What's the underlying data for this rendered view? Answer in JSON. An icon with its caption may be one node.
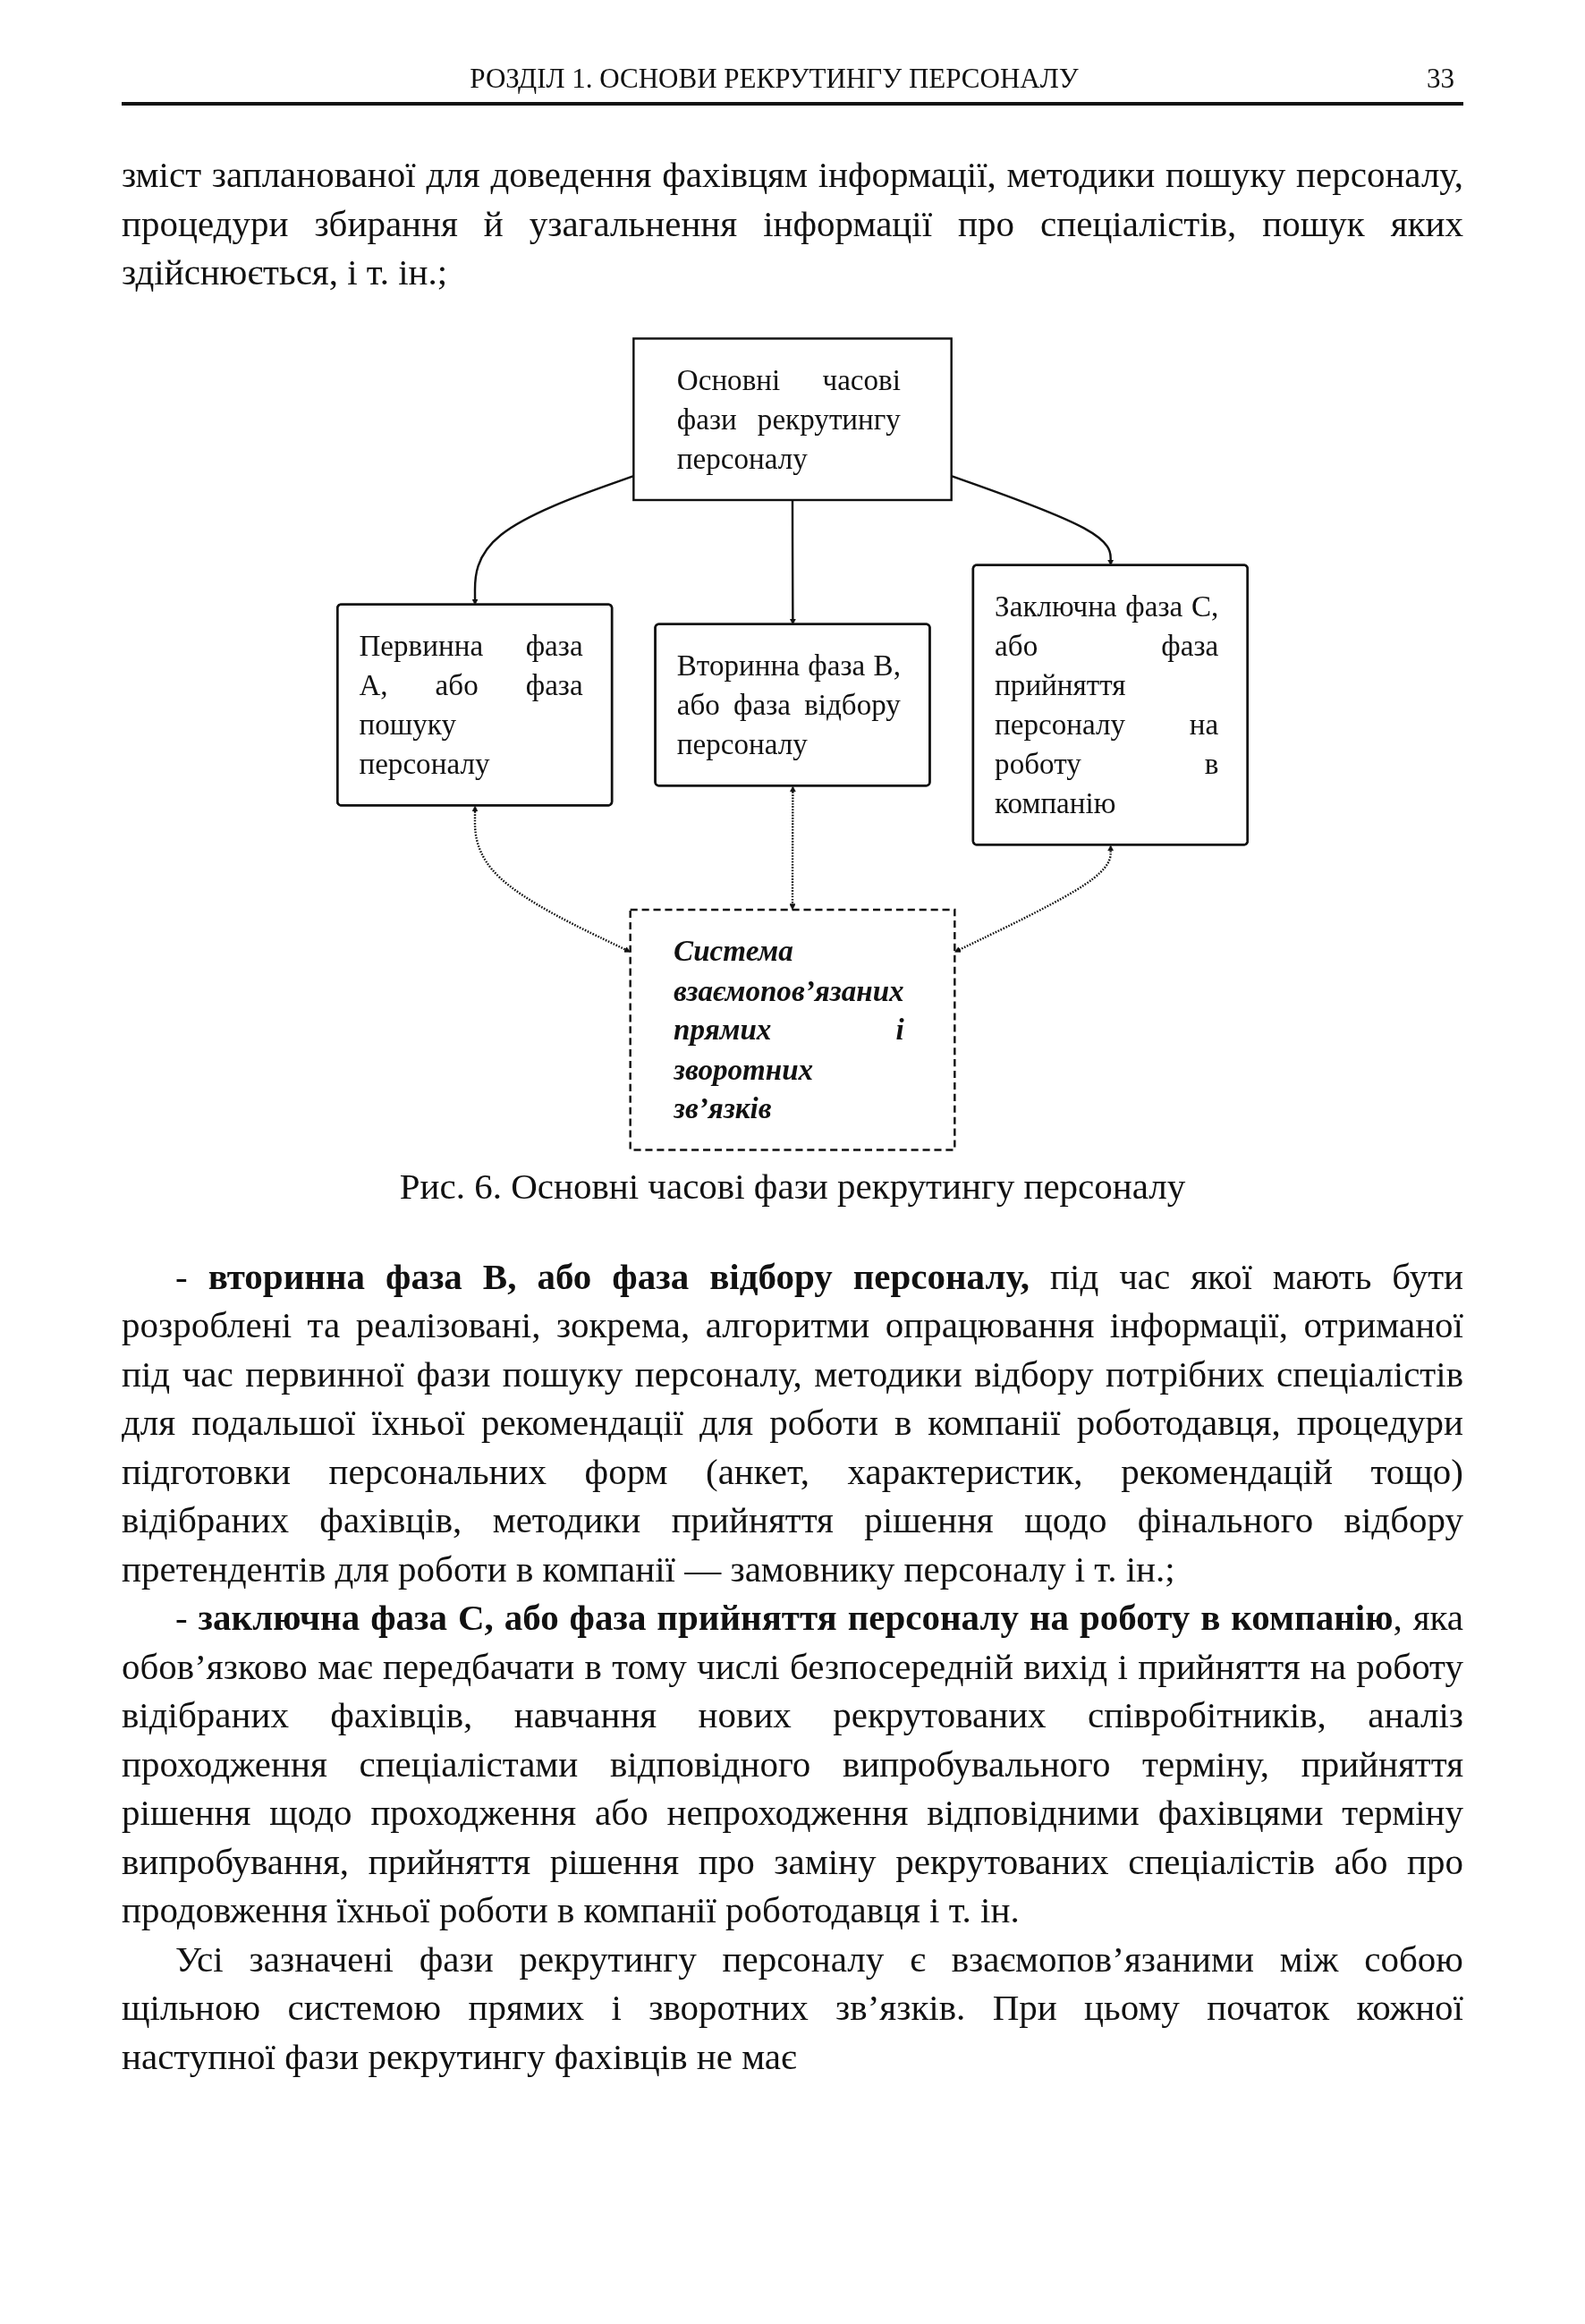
{
  "diagram": {
    "caption": "Рис. 6. Основні часові фази рекрутингу персоналу",
    "nodes": [
      {
        "text": [
          "Основні часові фази рекрутингу персоналу"
        ]
      },
      {
        "text": [
          "Первинна фаза А, або фаза пошуку персоналу"
        ]
      },
      {
        "text": [
          "Вторинна фаза В, або фаза відбору персоналу"
        ]
      },
      {
        "text": [
          "Заключна фаза С, або фаза прийняття персоналу на роботу в компанію"
        ]
      },
      {
        "text": [
          "Система взаємопов’язаних прямих і зворотних зв’язків"
        ]
      }
    ],
    "edges": [
      {
        "from": 0,
        "to": 1,
        "arrow": "to"
      },
      {
        "from": 0,
        "to": 2,
        "arrow": "to"
      },
      {
        "from": 0,
        "to": 3,
        "arrow": "to"
      },
      {
        "from": 1,
        "to": 4,
        "arrow": "both",
        "style": "dashed"
      },
      {
        "from": 2,
        "to": 4,
        "arrow": "both",
        "style": "dashed"
      },
      {
        "from": 3,
        "to": 4,
        "arrow": "both",
        "style": "dashed"
      }
    ],
    "labels": [
      "РОЗДІЛ 1. ОСНОВИ РЕКРУТИНГУ ПЕРСОНАЛУ",
      "33",
      "зміст запланованої для доведення фахівцям інформації, методики пошуку персоналу, процедури збирання й узагальнення інформації про спеціалістів, пошук яких здійснюється, і т. ін.;",
      "- **вторинна фаза В, або фаза відбору персоналу,** під час якої мають бути розроблені та реалізовані, зокрема, алгоритми опрацювання інформації, отриманої під час первинної фази пошуку персоналу, методики відбору потрібних спеціалістів для подальшої їхньої рекомендації для роботи в компанії роботодавця, процедури підготовки персональних форм (анкет, характеристик, рекомендацій тощо) відібраних фахівців, методики прийняття рішення щодо фінального відбору претендентів для роботи в компанії — замовнику персоналу і т. ін.;",
      "- **заключна фаза С, або фаза прийняття персоналу на роботу в компанію**, яка обов’язково має передбачати в тому числі безпосередній вихід і прийняття на роботу відібраних фахівців, навчання нових рекрутованих співробітників, аналіз проходження спеціалістами відповідного випробувального терміну, прийняття рішення щодо проходження або непроходження відповідними фахівцями терміну випробування, прийняття рішення про заміну рекрутованих спеціалістів або про продовження їхньої роботи в компанії роботодавця і т. ін.",
      "Усі зазначені фази рекрутингу персоналу є взаємопов’язаними між собою щільною системою прямих і зворотних зв’язків. При цьому початок кожної наступної фази рекрутингу фахівців не має"
    ]
  }
}
